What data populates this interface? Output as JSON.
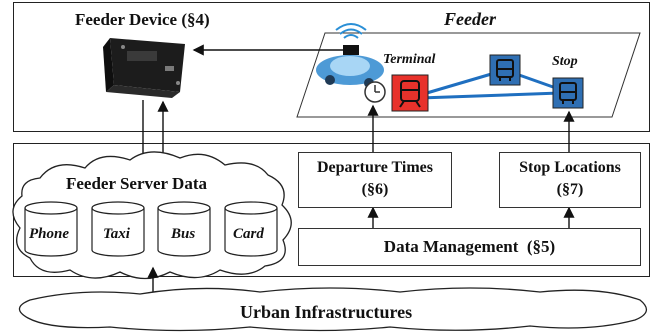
{
  "top_panel": {
    "device_title": "Feeder Device (§4)",
    "feeder_title": "Feeder",
    "terminal_label": "Terminal",
    "stop_label": "Stop"
  },
  "bottom_panel": {
    "server_title": "Feeder Server Data",
    "datasets": [
      "Phone",
      "Taxi",
      "Bus",
      "Card"
    ],
    "departure_line1": "Departure Times",
    "departure_line2": "(§6)",
    "stop_line1": "Stop Locations",
    "stop_line2": "(§7)",
    "data_management": "Data Management  (§5)"
  },
  "footer": {
    "urban": "Urban Infrastructures"
  },
  "colors": {
    "terminal_red": "#e8322b",
    "stop_blue": "#2f6fb3",
    "route_blue": "#1f6fc0"
  }
}
